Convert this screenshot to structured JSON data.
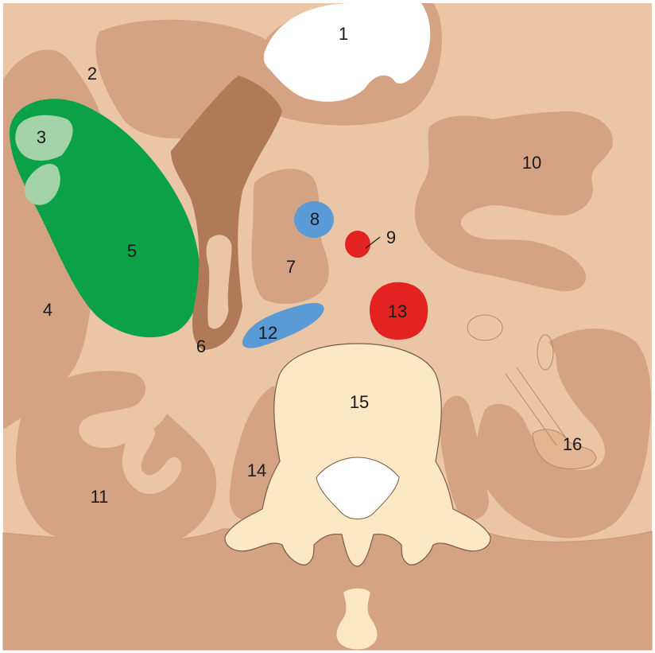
{
  "colors": {
    "background_tissue": "#eac5a6",
    "muscle_tissue": "#d4a384",
    "duodenum_wall": "#b07a58",
    "gallbladder": "#0aa148",
    "gallstones": "#a3d3a6",
    "vein": "#5b9bd5",
    "artery": "#e32222",
    "vertebra": "#fde8c6",
    "cavity_white": "#ffffff",
    "outline": "#8a5e46"
  },
  "labels": {
    "l1": "1",
    "l2": "2",
    "l3": "3",
    "l4": "4",
    "l5": "5",
    "l6": "6",
    "l7": "7",
    "l8": "8",
    "l9": "9",
    "l10": "10",
    "l11": "11",
    "l12": "12",
    "l13": "13",
    "l14": "14",
    "l15": "15",
    "l16": "16"
  }
}
